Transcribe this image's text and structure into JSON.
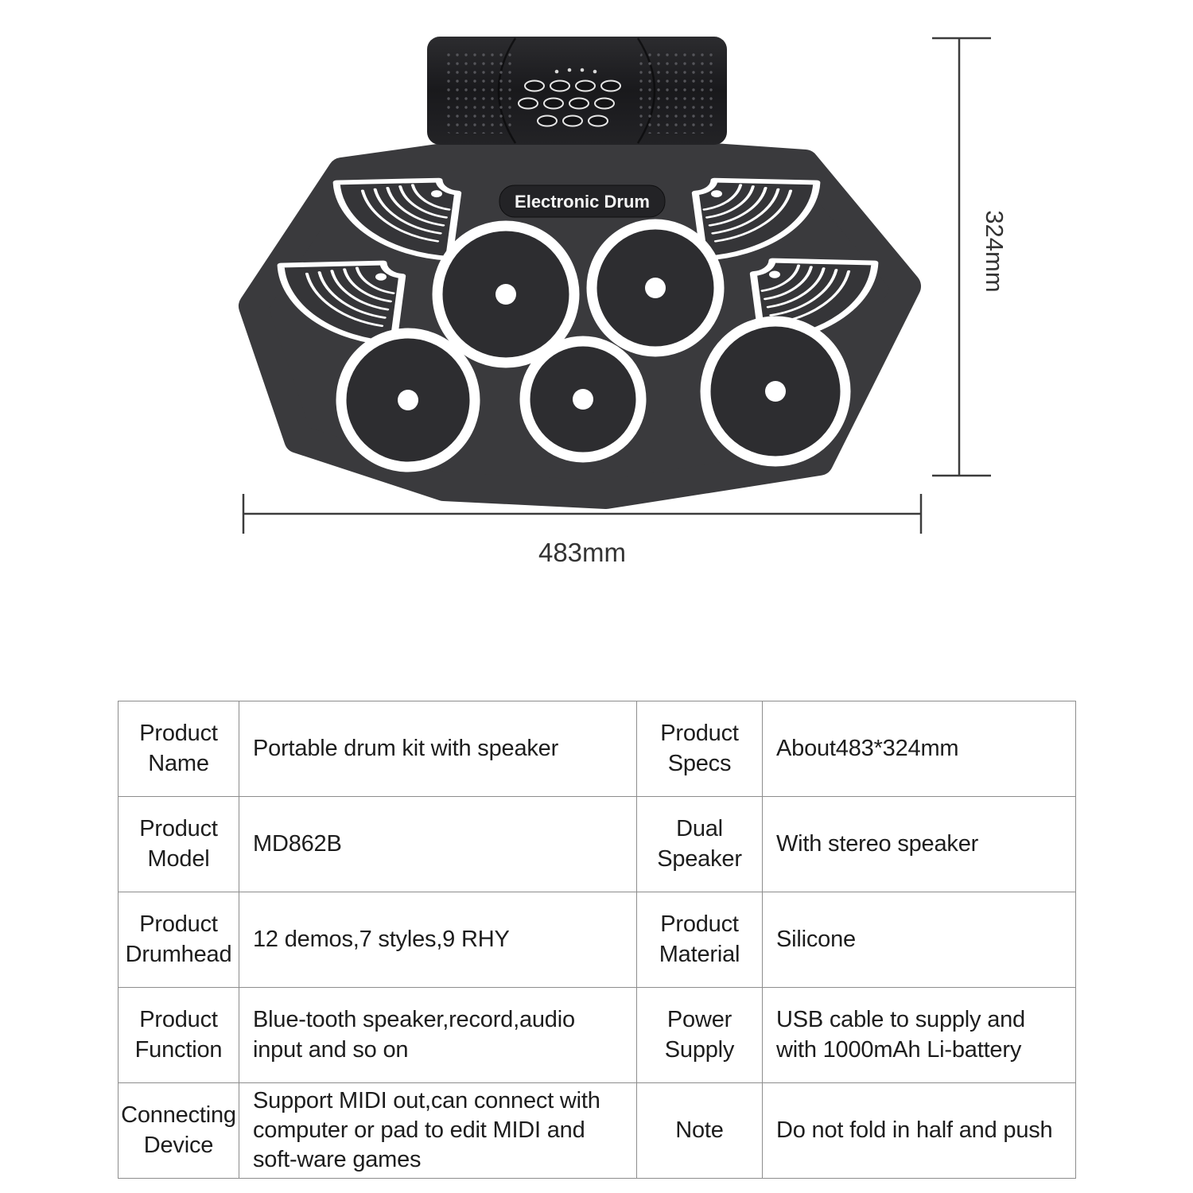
{
  "product": {
    "label": "Electronic Drum"
  },
  "dimensions": {
    "height": "324mm",
    "width": "483mm"
  },
  "table": {
    "rows": [
      {
        "left_label": "Product Name",
        "left_value": "Portable drum kit with speaker",
        "right_label": "Product Specs",
        "right_value": "About483*324mm"
      },
      {
        "left_label": "Product Model",
        "left_value": "MD862B",
        "right_label": "Dual Speaker",
        "right_value": "With stereo speaker"
      },
      {
        "left_label": "Product Drumhead",
        "left_value": "12 demos,7 styles,9 RHY",
        "right_label": "Product Material",
        "right_value": "Silicone"
      },
      {
        "left_label": "Product Function",
        "left_value": "Blue-tooth speaker,record,audio input and so on",
        "right_label": "Power Supply",
        "right_value": "USB cable to supply and with 1000mAh Li-battery"
      },
      {
        "left_label": "Connecting Device",
        "left_value": "Support MIDI out,can connect with computer or pad to edit MIDI and soft-ware games",
        "right_label": "Note",
        "right_value": "Do not fold in half and push"
      }
    ]
  },
  "colors": {
    "mat": "#3a3a3d",
    "speaker": "#1a1a1d",
    "pad_ring": "#ffffff",
    "dimension_line": "#3c3c3c"
  }
}
